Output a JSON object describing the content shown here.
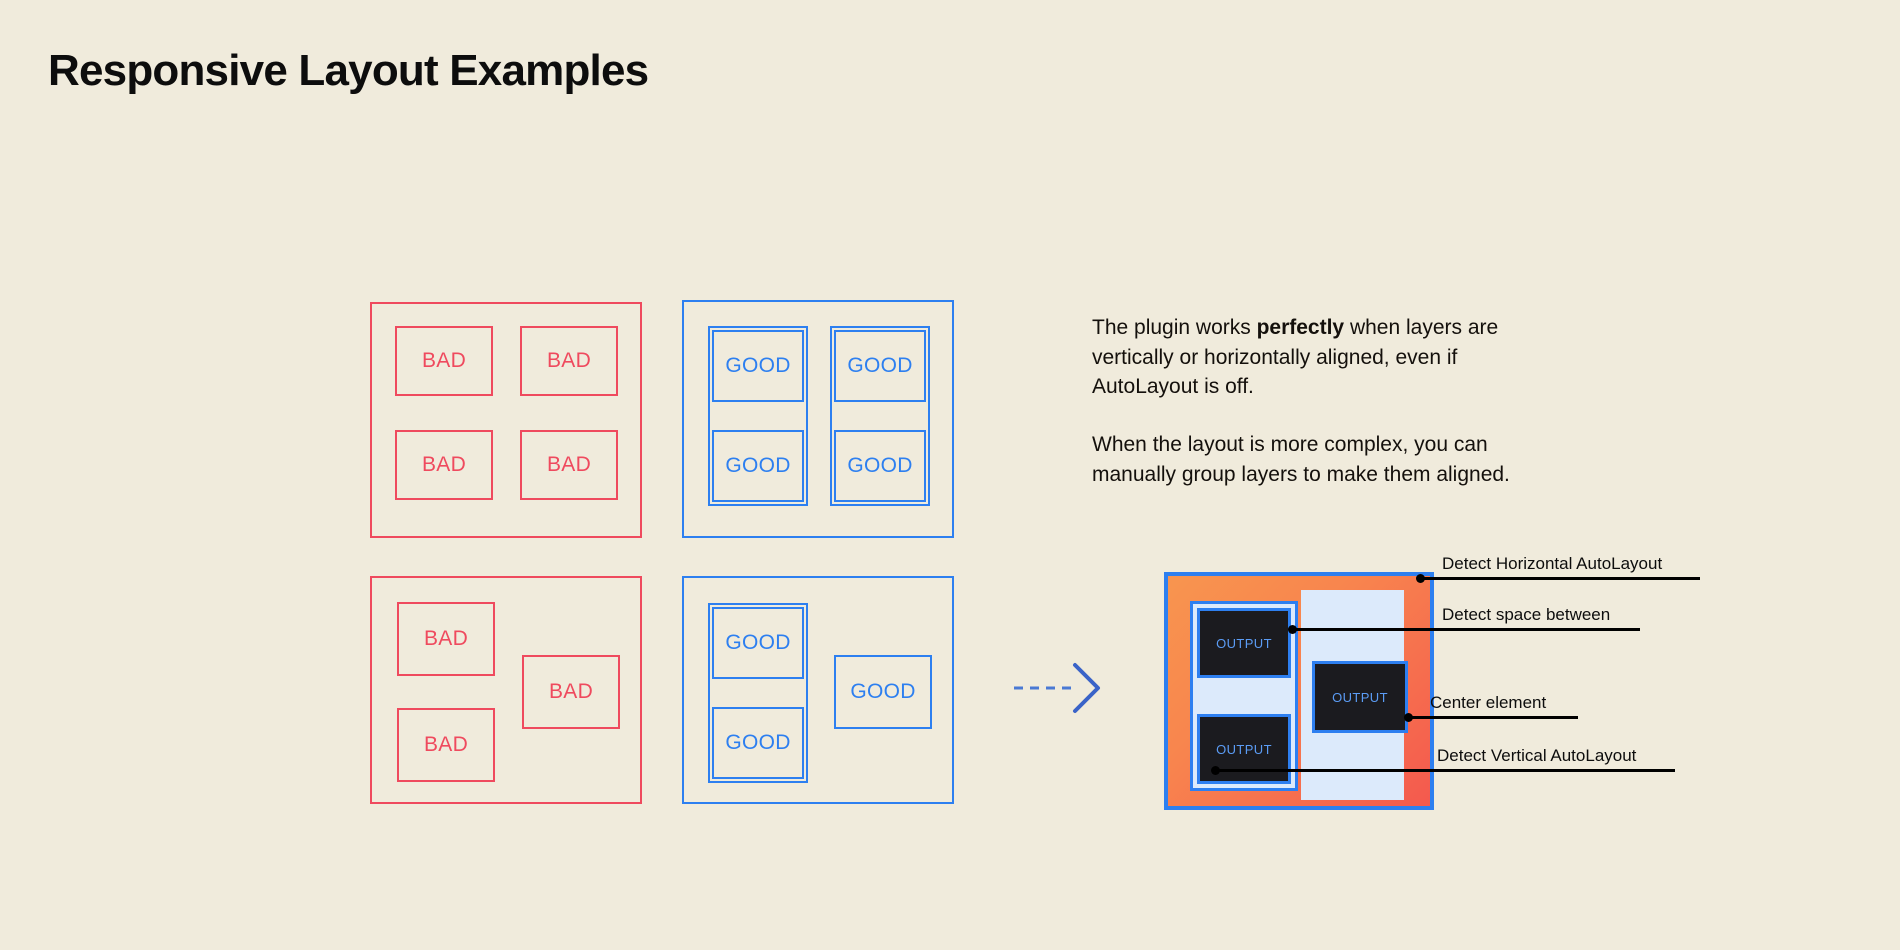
{
  "page": {
    "title": "Responsive Layout Examples",
    "background_color": "#f0ebdc",
    "bad_color": "#ef4a5e",
    "good_color": "#2d7ff0"
  },
  "examples": {
    "bad_label": "BAD",
    "good_label": "GOOD",
    "groups": [
      {
        "name": "bad-grid-aligned",
        "variant": "bad",
        "cells": [
          "BAD",
          "BAD",
          "BAD",
          "BAD"
        ]
      },
      {
        "name": "good-grid-aligned",
        "variant": "good",
        "cells": [
          "GOOD",
          "GOOD",
          "GOOD",
          "GOOD"
        ]
      },
      {
        "name": "bad-complex-layout",
        "variant": "bad",
        "cells": [
          "BAD",
          "BAD",
          "BAD"
        ]
      },
      {
        "name": "good-complex-layout",
        "variant": "good",
        "cells": [
          "GOOD",
          "GOOD",
          "GOOD"
        ]
      }
    ]
  },
  "arrow": {
    "icon": "dashed-arrow-right-icon",
    "color": "#2d7ff0"
  },
  "description": {
    "paragraph_1": {
      "before": "The plugin works ",
      "emphasis": "perfectly",
      "after": " when layers are vertically or horizontally aligned, even if AutoLayout is off."
    },
    "paragraph_2": "When the layout is more complex, you can manually group layers to make them aligned."
  },
  "diagram": {
    "output_label": "OUTPUT",
    "outputs": [
      "OUTPUT",
      "OUTPUT",
      "OUTPUT"
    ],
    "frame_border_color": "#2d7ff0",
    "fill_gradient_from": "#f8954f",
    "fill_gradient_to": "#f4594e",
    "panel_color": "#dceafb",
    "output_box_color": "#1b1b1f",
    "annotations": [
      {
        "label": "Detect Horizontal AutoLayout"
      },
      {
        "label": "Detect space between"
      },
      {
        "label": "Center element"
      },
      {
        "label": "Detect Vertical AutoLayout"
      }
    ]
  }
}
